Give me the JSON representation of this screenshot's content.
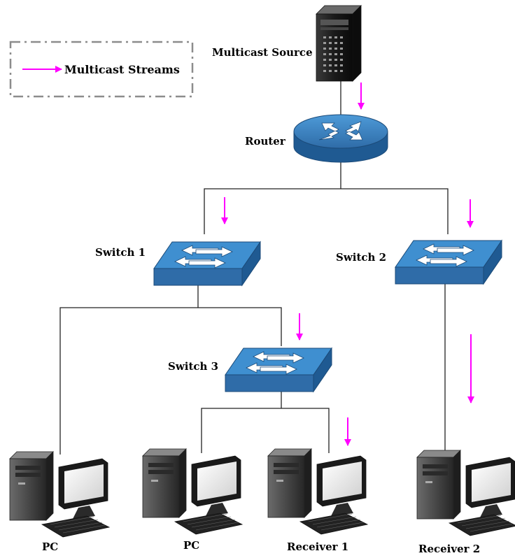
{
  "legend": {
    "label": "Multicast Streams"
  },
  "nodes": {
    "source": "Multicast Source",
    "router": "Router",
    "switch1": "Switch 1",
    "switch2": "Switch 2",
    "switch3": "Switch 3",
    "pc1": "PC",
    "pc2": "PC",
    "receiver1": "Receiver 1",
    "receiver2": "Receiver 2"
  },
  "colors": {
    "stream": "#ff00ff",
    "device_blue": "#2f6ca8",
    "device_blue_top": "#3f8fd0",
    "device_blue_dark": "#1b4a78",
    "legend_border": "#8c8c8c"
  },
  "icons": {
    "server": "server-tower-icon",
    "router": "router-icon",
    "switch": "switch-icon",
    "pc": "desktop-computer-icon"
  }
}
